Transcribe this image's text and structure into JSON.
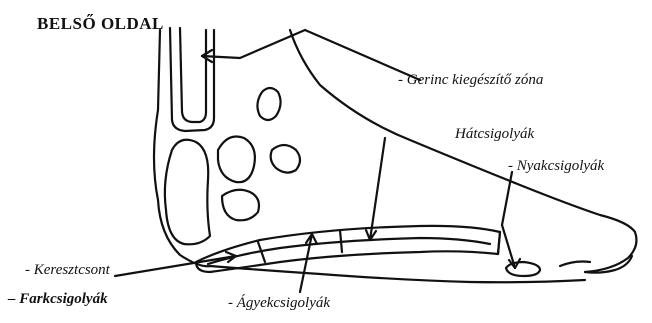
{
  "title": "BELSŐ OLDAL",
  "labels": {
    "gerinc": "- Gerinc kiegészítő zóna",
    "hat": "Hátcsigolyák",
    "nyak": "- Nyakcsigolyák",
    "kereszt": "- Keresztcsont",
    "farok": "– Farkcsigolyák",
    "agyek": "- Ágyekcsigolyák"
  },
  "colors": {
    "ink": "#111111",
    "paper": "#ffffff"
  }
}
